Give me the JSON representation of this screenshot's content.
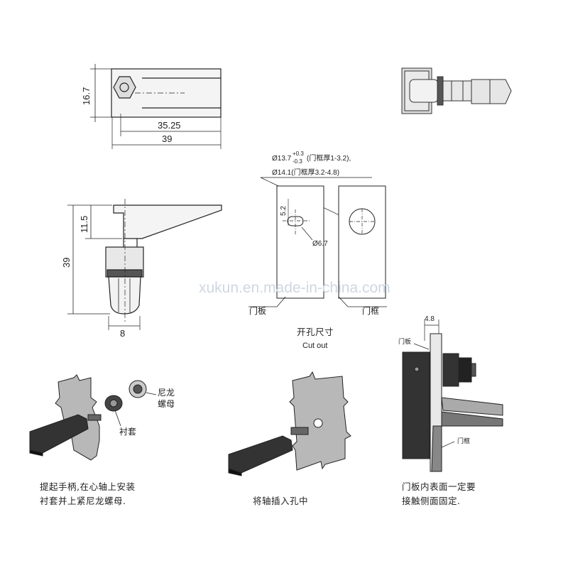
{
  "top_view": {
    "height_dim": "16.7",
    "inner_length_dim": "35.25",
    "total_length_dim": "39"
  },
  "side_view": {
    "handle_height_dim": "11.5",
    "total_height_dim": "39",
    "width_dim": "8"
  },
  "cutout": {
    "spec_line1_base": "Ø13.7",
    "spec_line1_tol_upper": "+0.3",
    "spec_line1_tol_lower": "-0.3",
    "spec_line1_note": "(门框厚1-3.2),",
    "spec_line2": "Ø14.1(门框厚3.2-4.8)",
    "slot_height_dim": "5.2",
    "slot_width_dim": "Ø6.7",
    "door_panel_label": "门板",
    "door_frame_label": "门框",
    "title_cn": "开孔尺寸",
    "title_en": "Cut out"
  },
  "watermark": "xukun.en.made-in-china.com",
  "install": {
    "nylon_nut_label_line1": "尼龙",
    "nylon_nut_label_line2": "螺母",
    "bushing_label": "衬套",
    "step1_line1": "提起手柄,在心轴上安装",
    "step1_line2": "衬套并上紧尼龙螺母.",
    "step2": "将轴插入孔中",
    "section_thickness_dim": "4.8",
    "section_door_panel_label": "门板",
    "section_door_frame_label": "门框",
    "step3_line1": "门板内表面一定要",
    "step3_line2": "接触侧面固定."
  }
}
